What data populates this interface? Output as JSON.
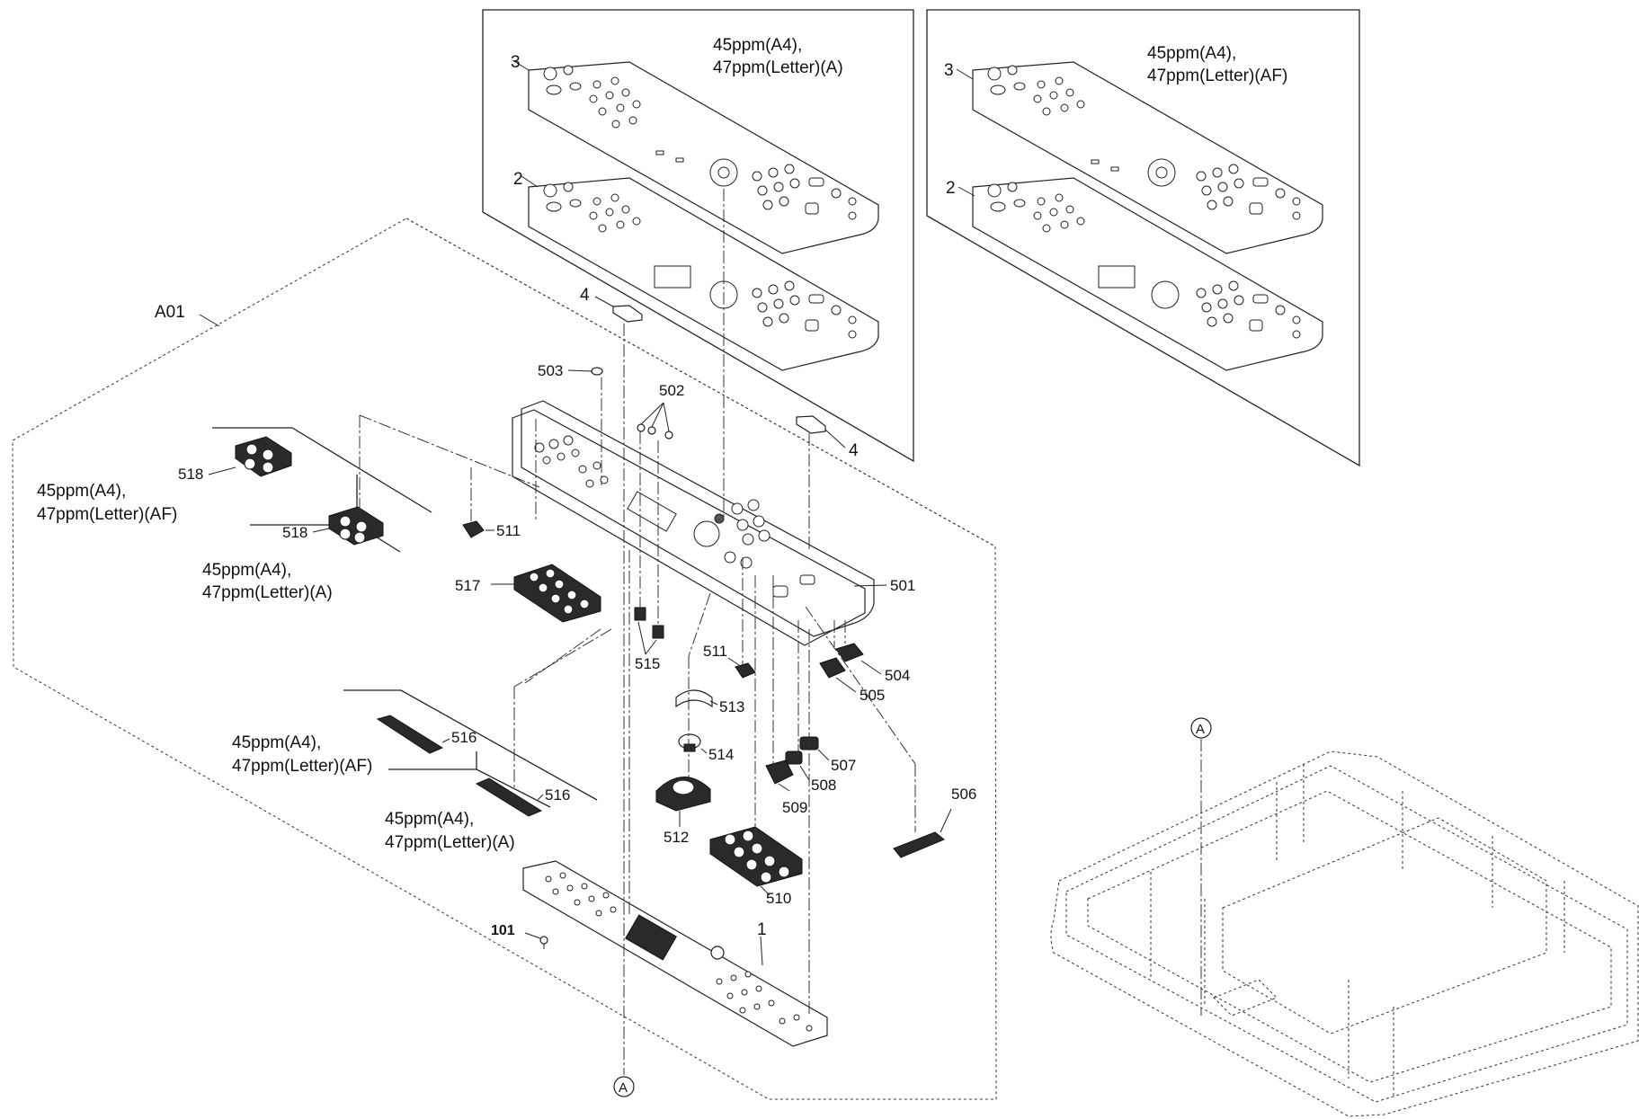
{
  "panel_a": {
    "variant": [
      "45ppm(A4),",
      "47ppm(Letter)(A)"
    ],
    "part_top": "3",
    "part_bottom": "2"
  },
  "panel_af": {
    "variant": [
      "45ppm(A4),",
      "47ppm(Letter)(AF)"
    ],
    "part_top": "3",
    "part_bottom": "2"
  },
  "assembly": {
    "label": "A01",
    "ref_mark": "A",
    "screw": "101",
    "pcb": "1",
    "plate_left": "4",
    "plate_right": "4",
    "callouts": {
      "p501": "501",
      "p502": "502",
      "p503": "503",
      "p504": "504",
      "p505": "505",
      "p506": "506",
      "p507": "507",
      "p508": "508",
      "p509": "509",
      "p510": "510",
      "p511a": "511",
      "p511b": "511",
      "p512": "512",
      "p513": "513",
      "p514": "514",
      "p515": "515",
      "p516a": "516",
      "p516b": "516",
      "p517": "517",
      "p518a": "518",
      "p518b": "518"
    },
    "variant_518_af": [
      "45ppm(A4),",
      "47ppm(Letter)(AF)"
    ],
    "variant_518_a": [
      "45ppm(A4),",
      "47ppm(Letter)(A)"
    ],
    "variant_516_af": [
      "45ppm(A4),",
      "47ppm(Letter)(AF)"
    ],
    "variant_516_a": [
      "45ppm(A4),",
      "47ppm(Letter)(A)"
    ]
  },
  "body_view": {
    "ref_mark": "A"
  }
}
